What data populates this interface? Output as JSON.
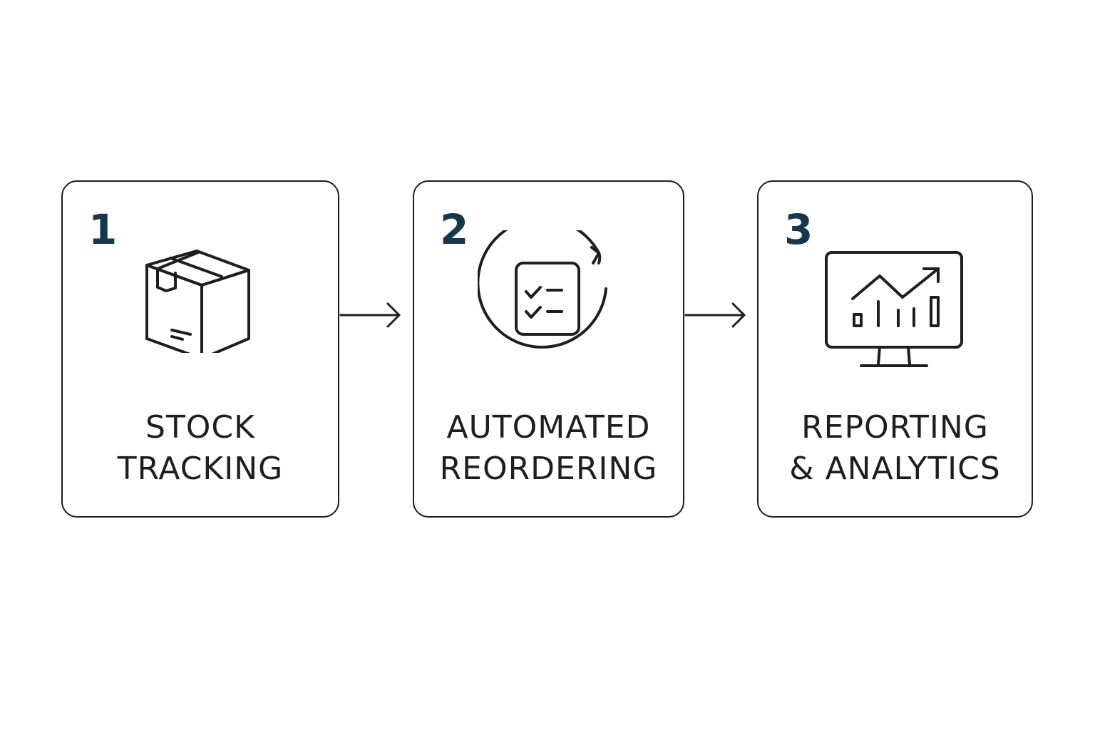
{
  "steps": [
    {
      "number": "1",
      "label_line1": "STOCK",
      "label_line2": "TRACKING",
      "icon": "box-icon"
    },
    {
      "number": "2",
      "label_line1": "AUTOMATED",
      "label_line2": "REORDERING",
      "icon": "checklist-cycle-icon"
    },
    {
      "number": "3",
      "label_line1": "REPORTING",
      "label_line2": "& ANALYTICS",
      "icon": "monitor-chart-icon"
    }
  ],
  "connectors": [
    "arrow-right-icon",
    "arrow-right-icon"
  ],
  "colors": {
    "number": "#16384a",
    "stroke": "#1e1e1e",
    "background": "#ffffff"
  }
}
